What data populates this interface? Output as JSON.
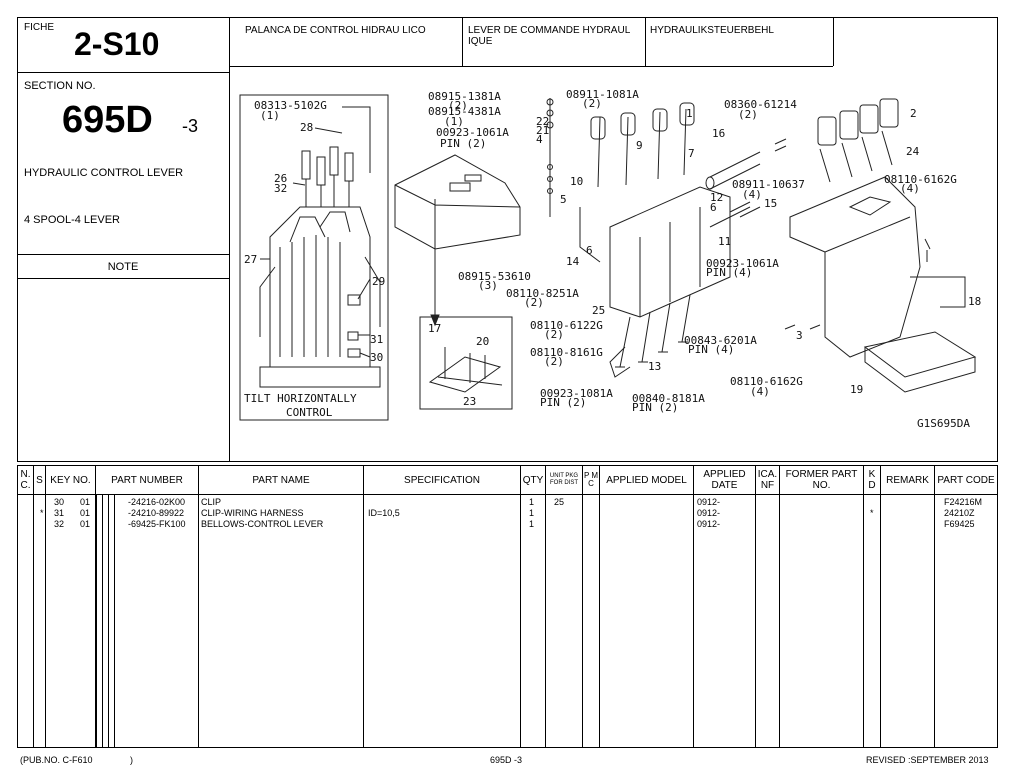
{
  "header": {
    "fiche_label": "FICHE",
    "fiche_value": "2-S10",
    "section_label": "SECTION NO.",
    "section_value": "695D",
    "section_suffix": "-3",
    "title": "HYDRAULIC CONTROL LEVER",
    "subtitle": "4 SPOOL-4 LEVER",
    "note_label": "NOTE",
    "lang_es": "PALANCA DE CONTROL HIDRAU LICO",
    "lang_fr": "LEVER DE COMMANDE HYDRAUL IQUE",
    "lang_de": "HYDRAULIKSTEUERBEHL"
  },
  "diagram": {
    "inset_caption_1": "TILT HORIZONTALLY",
    "inset_caption_2": "CONTROL",
    "code": "G1S695DA",
    "labels": [
      "08313-5102G",
      "(1)",
      "28",
      "26",
      "32",
      "27",
      "29",
      "31",
      "30",
      "08915-1381A",
      "(2)",
      "08911-1081A",
      "(2)",
      "08915-4381A",
      "(1)",
      "22",
      "00923-1061A",
      "21",
      "PIN (2)",
      "4",
      "1",
      "9",
      "7",
      "10",
      "5",
      "12",
      "6",
      "11",
      "16",
      "08360-61214",
      "(2)",
      "08911-10637",
      "(4)",
      "15",
      "2",
      "24",
      "08110-6162G",
      "(4)",
      "18",
      "3",
      "19",
      "08110-6162G",
      "(4)",
      "08915-53610",
      "(3)",
      "08110-8251A",
      "(2)",
      "25",
      "14",
      "6",
      "00923-1061A",
      "PIN (4)",
      "17",
      "20",
      "23",
      "08110-6122G",
      "(2)",
      "08110-8161G",
      "(2)",
      "13",
      "00843-6201A",
      "PIN (4)",
      "00923-1081A",
      "PIN (2)",
      "00840-8181A",
      "PIN (2)"
    ]
  },
  "table": {
    "headers": {
      "nc": "N. C.",
      "s": "S",
      "key_no": "KEY NO.",
      "part_number": "PART NUMBER",
      "part_name": "PART NAME",
      "specification": "SPECIFICATION",
      "qty": "QTY",
      "unit_pkg": "UNIT PKG FOR DIST",
      "pmc": "P M C",
      "applied_model": "APPLIED MODEL",
      "applied_date": "APPLIED DATE",
      "ica_nf": "ICA. NF",
      "former_part_no": "FORMER PART NO.",
      "kd": "K D",
      "remark": "REMARK",
      "part_code": "PART CODE"
    },
    "rows": [
      {
        "s": "",
        "key": "30",
        "sub": "01",
        "part_number": "-24216-02K00",
        "part_name": "CLIP",
        "spec": "",
        "qty": "1",
        "unit": "25",
        "date": "0912-",
        "kd": "",
        "code": "F24216M"
      },
      {
        "s": "*",
        "key": "31",
        "sub": "01",
        "part_number": "-24210-89922",
        "part_name": "CLIP-WIRING HARNESS",
        "spec": "ID=10,5",
        "qty": "1",
        "unit": "",
        "date": "0912-",
        "kd": "*",
        "code": "24210Z"
      },
      {
        "s": "",
        "key": "32",
        "sub": "01",
        "part_number": "-69425-FK100",
        "part_name": "BELLOWS-CONTROL LEVER",
        "spec": "",
        "qty": "1",
        "unit": "",
        "date": "0912-",
        "kd": "",
        "code": "F69425"
      }
    ]
  },
  "footer": {
    "pub_no": "(PUB.NO. C-F610",
    "pub_close": ")",
    "page": "695D -3",
    "revised": "REVISED :SEPTEMBER 2013"
  }
}
